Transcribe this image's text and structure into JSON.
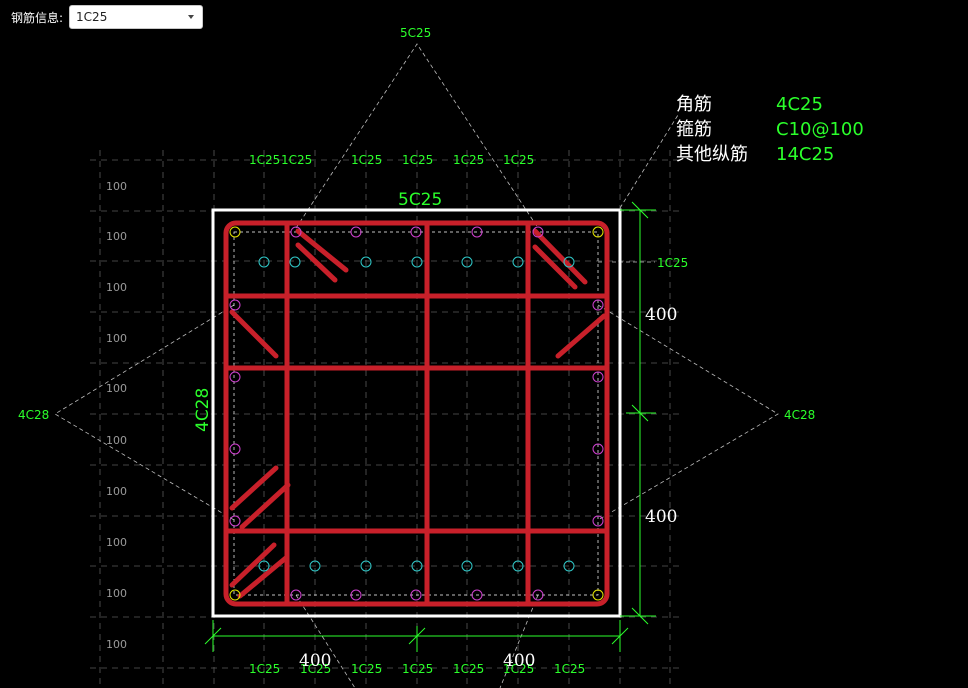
{
  "toolbar": {
    "label": "钢筋信息:",
    "selected_value": "1C25"
  },
  "summary": {
    "corner_label": "角筋",
    "corner_value": "4C25",
    "stirrup_label": "箍筋",
    "stirrup_value": "C10@100",
    "other_label": "其他纵筋",
    "other_value": "14C25"
  },
  "labels": {
    "top_group": "5C25",
    "top_side": "5C25",
    "left_side": "4C28",
    "left_group": "4C28",
    "right_group": "4C28",
    "right_bar": "1C25",
    "top_bars": [
      "1C25",
      "1C25",
      "1C25",
      "1C25",
      "1C25",
      "1C25"
    ],
    "bottom_bars": [
      "1C25",
      "1C25",
      "1C25",
      "1C25",
      "1C25",
      "1C25",
      "1C25"
    ],
    "grid_spacing": [
      "100",
      "100",
      "100",
      "100",
      "100",
      "100",
      "100",
      "100",
      "100",
      "100"
    ]
  },
  "dimensions": {
    "right_top": "400",
    "right_bottom": "400",
    "bottom_left": "400",
    "bottom_right": "400"
  },
  "colors": {
    "stirrup": "#c8202a",
    "dimension": "#2bff2b",
    "outline": "#ffffff",
    "corner_bar": "#e6e600",
    "side_bar": "#d040d0",
    "inner_bar": "#30c8c8"
  }
}
